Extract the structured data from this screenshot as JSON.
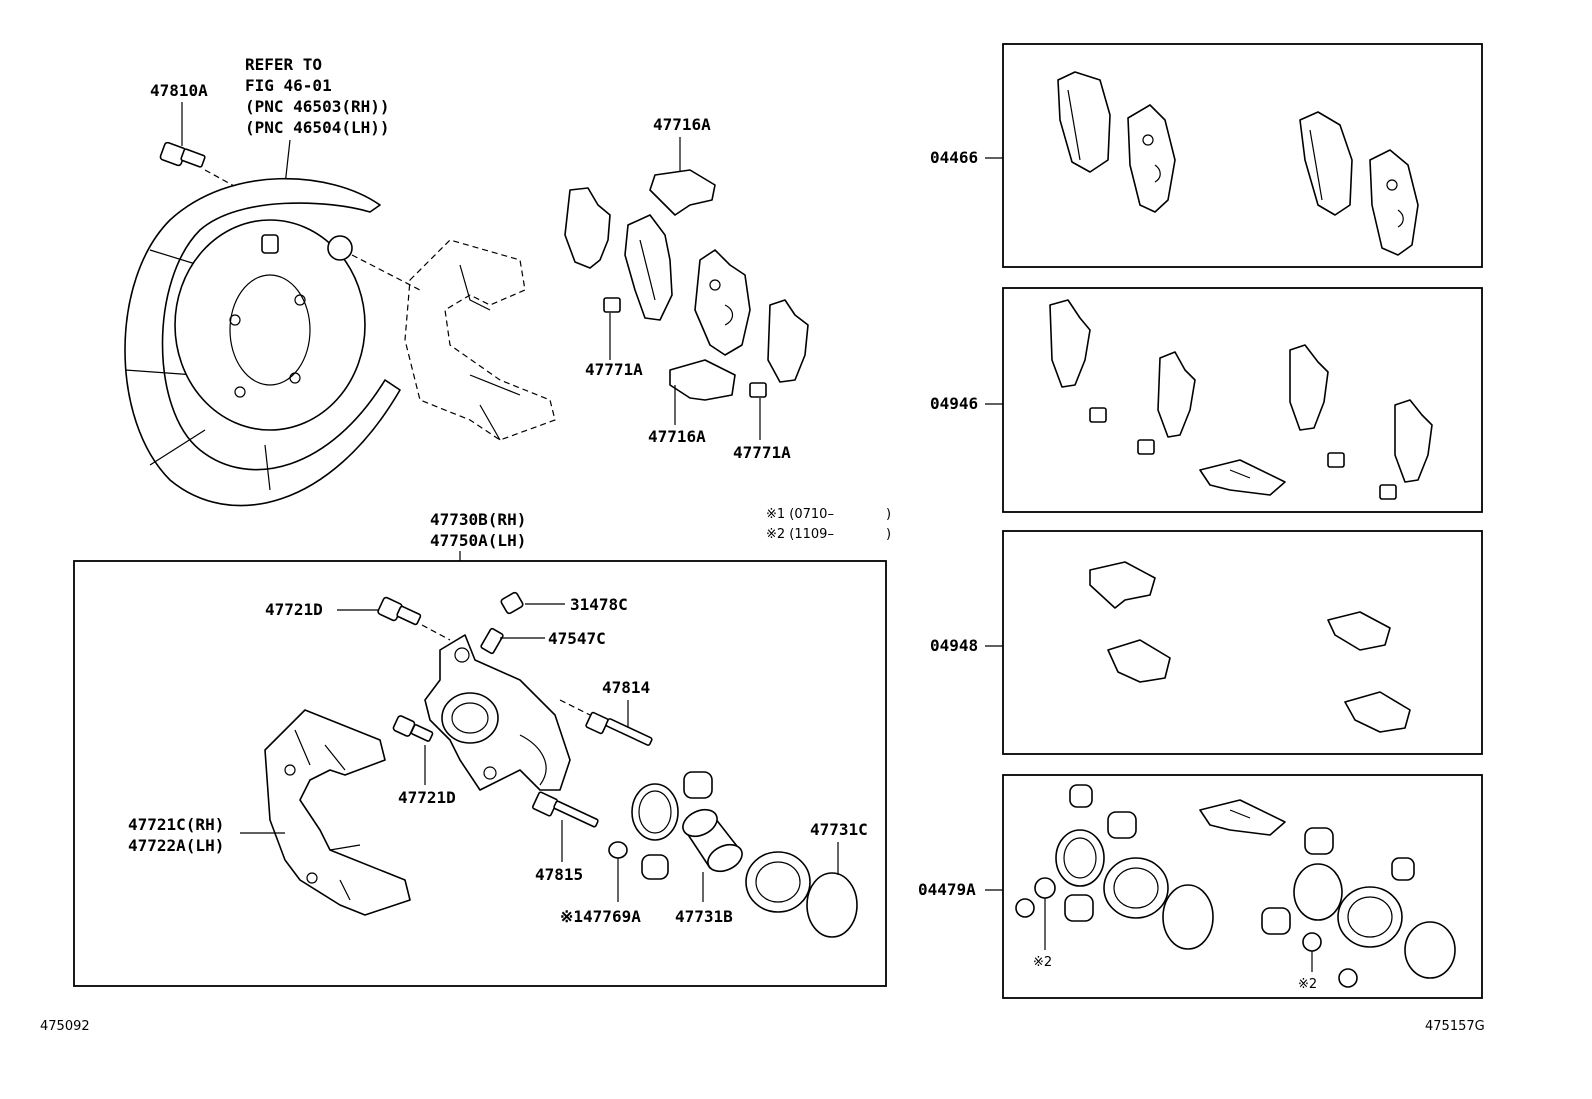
{
  "refer": {
    "line1": "REFER TO",
    "line2": "FIG 46-01",
    "line3": "(PNC 46503(RH))",
    "line4": "(PNC 46504(LH))"
  },
  "labels": {
    "p47810A": "47810A",
    "p47716A_top": "47716A",
    "p47771A_left": "47771A",
    "p47716A_bottom": "47716A",
    "p47771A_right": "47771A",
    "p47730B": "47730B(RH)",
    "p47750A": "47750A(LH)",
    "p47721D_top": "47721D",
    "p31478C": "31478C",
    "p47547C": "47547C",
    "p47814": "47814",
    "p47721D_bottom": "47721D",
    "p47721C": "47721C(RH)",
    "p47722A": "47722A(LH)",
    "p47815": "47815",
    "p47769A": "※147769A",
    "p47731B": "47731B",
    "p47731C": "47731C",
    "p04466": "04466",
    "p04946": "04946",
    "p04948": "04948",
    "p04479A": "04479A",
    "note2_left": "※2",
    "note2_right": "※2"
  },
  "notes": {
    "n1": "※1 (0710–",
    "n1_close": ")",
    "n2": "※2 (1109–",
    "n2_close": ")"
  },
  "footer": {
    "left_id": "475092",
    "right_id": "475157G"
  }
}
